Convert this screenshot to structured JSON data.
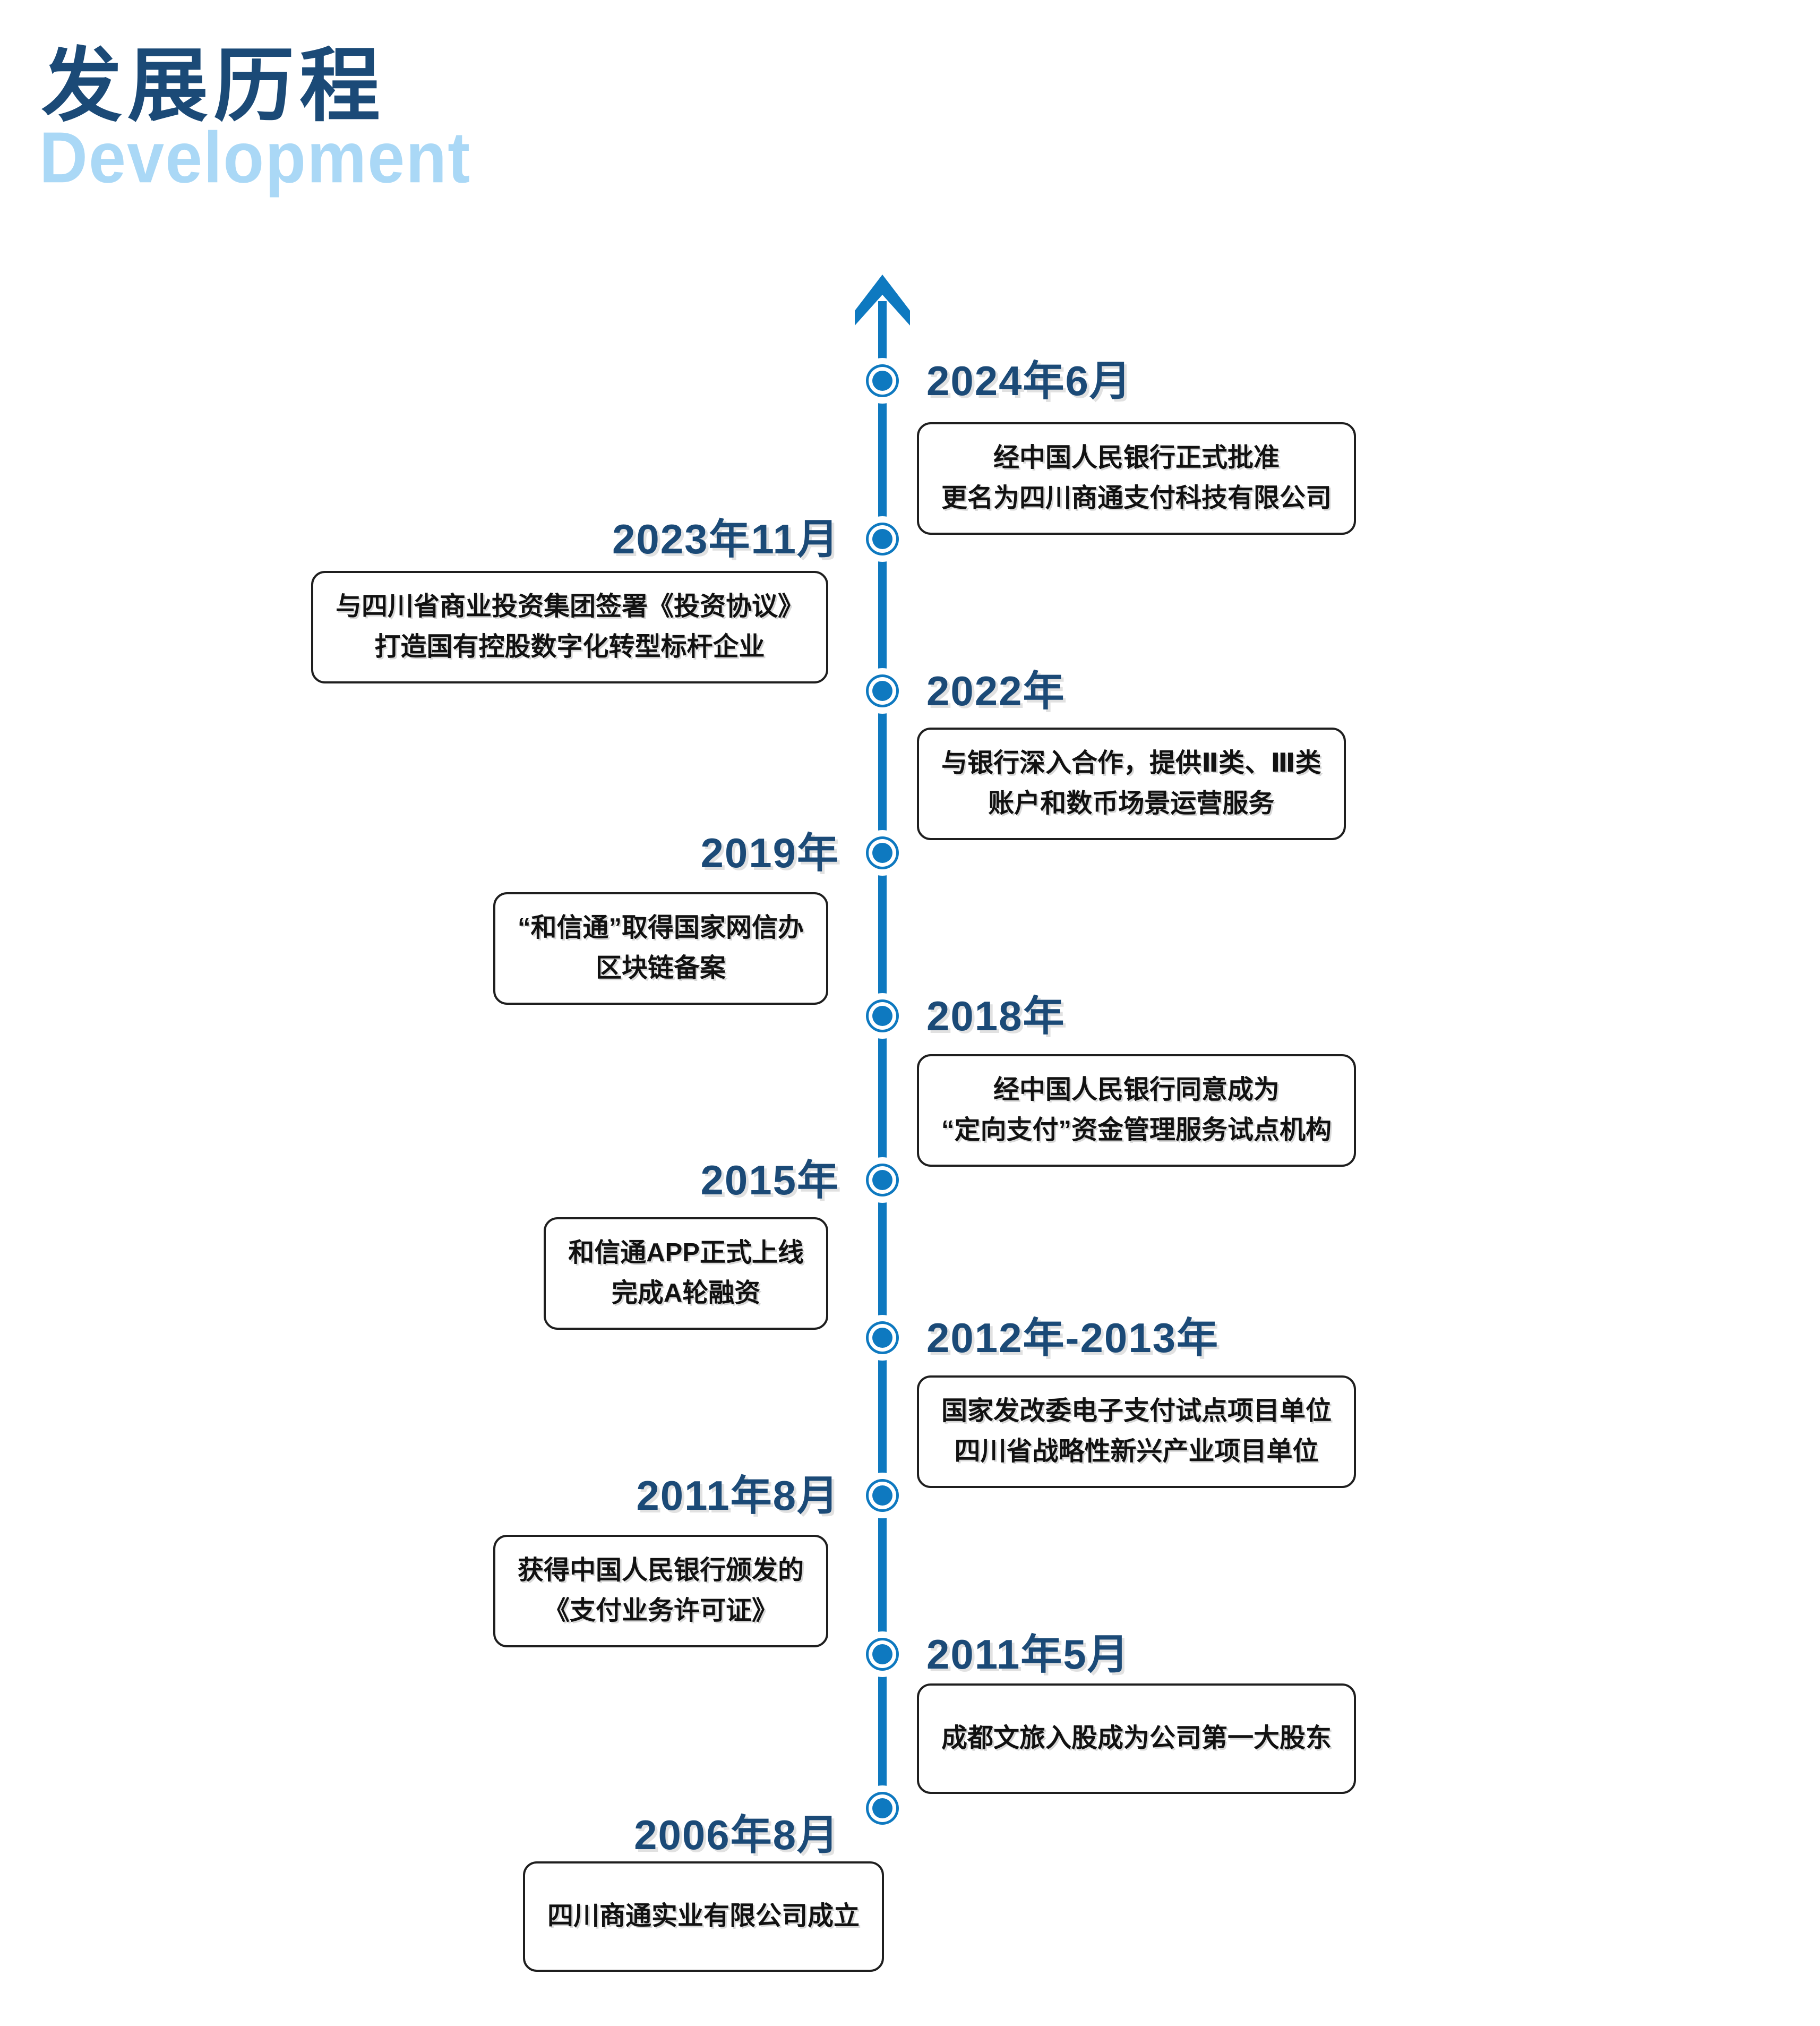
{
  "page": {
    "title": "发展历程",
    "subtitle": "Development"
  },
  "colors": {
    "accent_blue": "#0e79c0",
    "navy": "#1b4a77",
    "light_blue": "#aad8f6",
    "box_border": "#1f1f1f"
  },
  "timeline": {
    "direction": "bottom-to-top",
    "arrow_icon": "up-arrow",
    "milestones": [
      {
        "date": "2024年6月",
        "side": "right",
        "description": "经中国人民银行正式批准\n更名为四川商通支付科技有限公司"
      },
      {
        "date": "2023年11月",
        "side": "left",
        "description": "与四川省商业投资集团签署《投资协议》\n打造国有控股数字化转型标杆企业"
      },
      {
        "date": "2022年",
        "side": "right",
        "description": "与银行深入合作，提供Ⅱ类、Ⅲ类\n账户和数币场景运营服务"
      },
      {
        "date": "2019年",
        "side": "left",
        "description": "“和信通”取得国家网信办\n区块链备案"
      },
      {
        "date": "2018年",
        "side": "right",
        "description": "经中国人民银行同意成为\n“定向支付”资金管理服务试点机构"
      },
      {
        "date": "2015年",
        "side": "left",
        "description": "和信通APP正式上线\n完成A轮融资"
      },
      {
        "date": "2012年-2013年",
        "side": "right",
        "description": "国家发改委电子支付试点项目单位\n四川省战略性新兴产业项目单位"
      },
      {
        "date": "2011年8月",
        "side": "left",
        "description": "获得中国人民银行颁发的\n《支付业务许可证》"
      },
      {
        "date": "2011年5月",
        "side": "right",
        "description": "成都文旅入股成为公司第一大股东"
      },
      {
        "date": "2006年8月",
        "side": "left",
        "description": "四川商通实业有限公司成立"
      }
    ]
  }
}
